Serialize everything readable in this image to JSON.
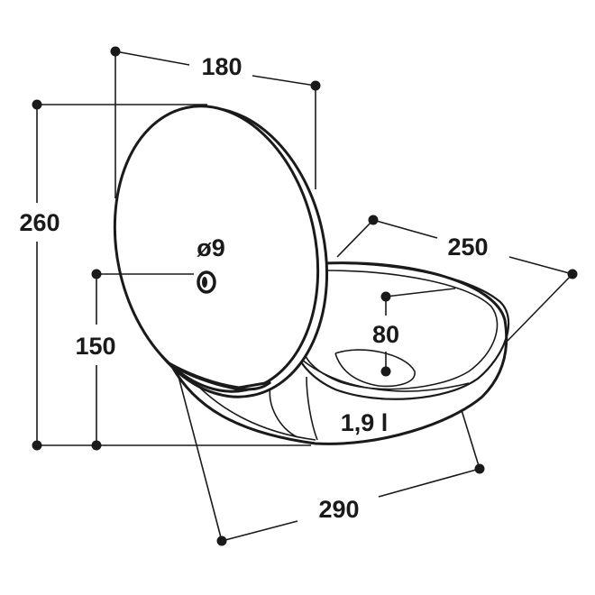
{
  "dimensions": {
    "width_top": "180",
    "height_total": "260",
    "hole_diameter": "ø9",
    "hole_height": "150",
    "bowl_depth": "250",
    "bowl_inner": "80",
    "volume": "1,9 l",
    "width_bottom": "290"
  }
}
